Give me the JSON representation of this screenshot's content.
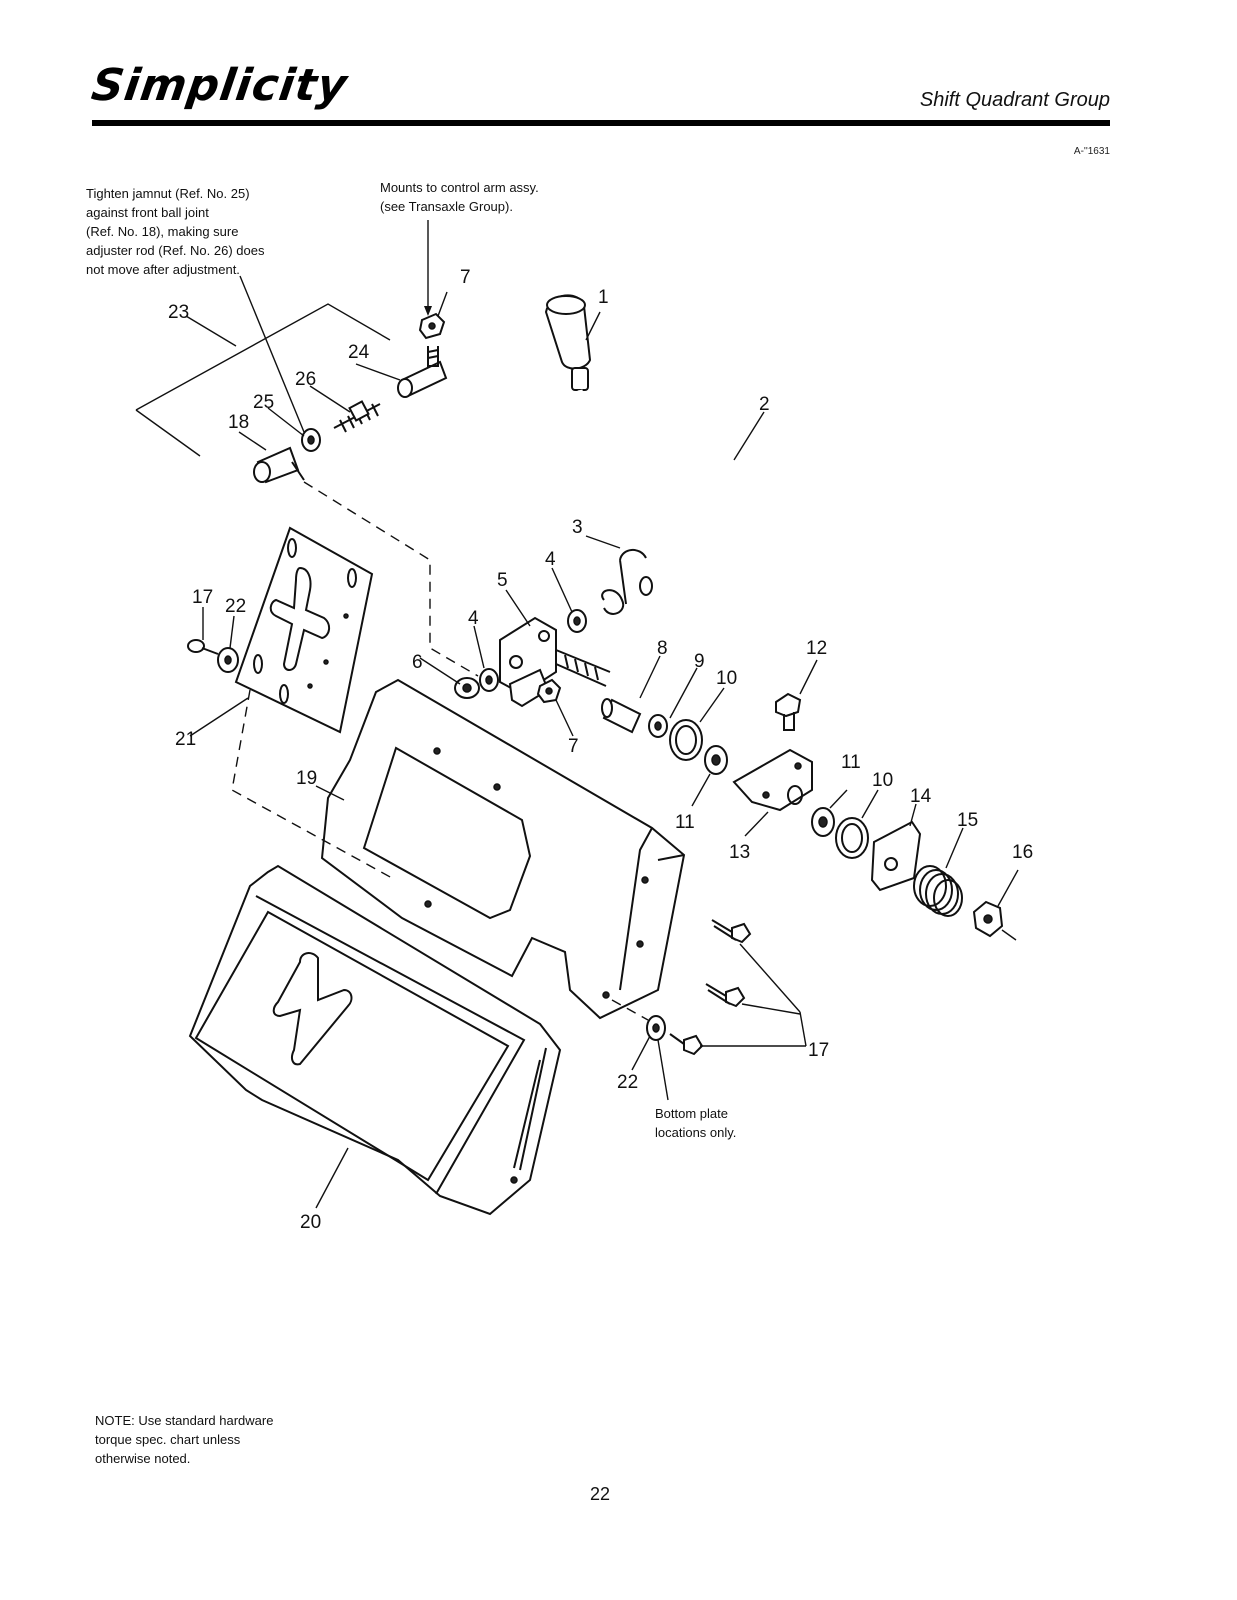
{
  "header": {
    "brand": "Simplicity",
    "section_title": "Shift Quadrant Group",
    "drawing_id": "A-''1631"
  },
  "notes": {
    "jamnut": "Tighten jamnut (Ref. No. 25)\nagainst front ball joint\n(Ref. No. 18), making sure\nadjuster rod (Ref. No. 26) does\nnot move after adjustment.",
    "mounts": "Mounts to control arm assy.\n(see Transaxle Group).",
    "bottom_plate": "Bottom plate\nlocations only.",
    "torque": "NOTE: Use standard hardware\ntorque spec. chart unless\notherwise noted."
  },
  "callouts": {
    "c1": "1",
    "c2": "2",
    "c3": "3",
    "c4a": "4",
    "c4b": "4",
    "c5": "5",
    "c6": "6",
    "c7a": "7",
    "c7b": "7",
    "c8": "8",
    "c9": "9",
    "c10a": "10",
    "c10b": "10",
    "c11a": "11",
    "c11b": "11",
    "c12": "12",
    "c13": "13",
    "c14": "14",
    "c15": "15",
    "c16": "16",
    "c17a": "17",
    "c17b": "17",
    "c18": "18",
    "c19": "19",
    "c20": "20",
    "c21": "21",
    "c22a": "22",
    "c22b": "22",
    "c23": "23",
    "c24": "24",
    "c25": "25",
    "c26": "26"
  },
  "footer": {
    "page_number": "22"
  }
}
